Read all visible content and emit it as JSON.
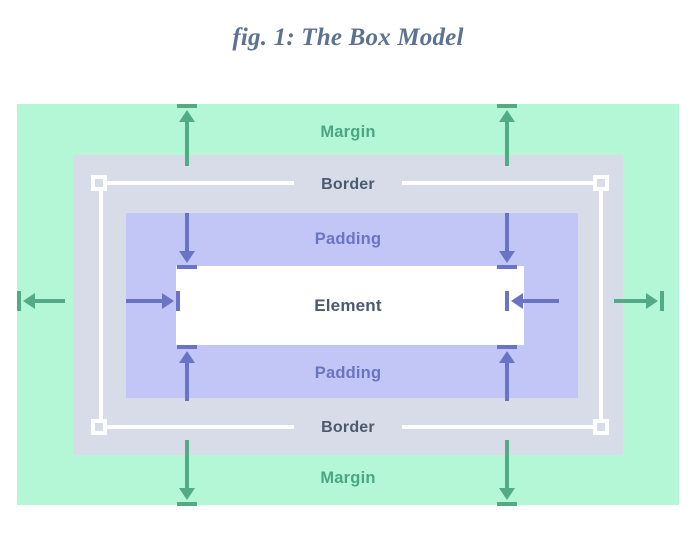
{
  "figure": {
    "title": "fig. 1: The Box Model"
  },
  "diagram": {
    "type": "css-box-model",
    "regions": [
      {
        "key": "margin",
        "label": "Margin",
        "color": "#b4f7d6",
        "label_color": "#4aa782"
      },
      {
        "key": "border",
        "label": "Border",
        "color": "#d8dce8",
        "label_color": "#4c5a6e"
      },
      {
        "key": "padding",
        "label": "Padding",
        "color": "#c2c6f7",
        "label_color": "#6b74c4"
      },
      {
        "key": "element",
        "label": "Element",
        "color": "#ffffff",
        "label_color": "#4c5a6e"
      }
    ],
    "labels": {
      "margin_top": "Margin",
      "margin_bottom": "Margin",
      "border_top": "Border",
      "border_bottom": "Border",
      "padding_top": "Padding",
      "padding_bottom": "Padding",
      "element": "Element"
    },
    "arrow_colors": {
      "margin": "#53ab86",
      "padding": "#6b74c4"
    },
    "background": "#ffffff"
  }
}
